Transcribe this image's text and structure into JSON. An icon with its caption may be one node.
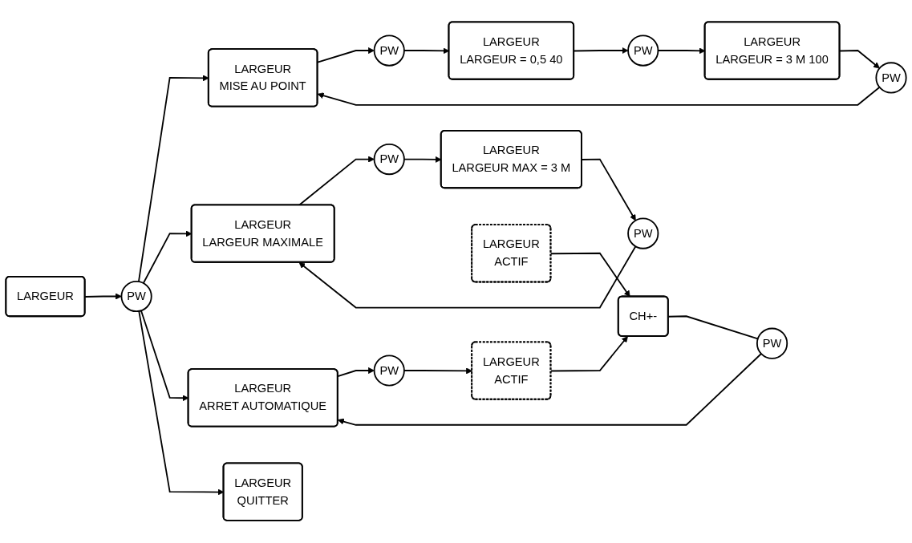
{
  "diagram": {
    "nodes": [
      {
        "text": [
          "LARGEUR"
        ]
      },
      {
        "text": [
          "PW"
        ]
      },
      {
        "text": [
          "LARGEUR",
          "MISE AU POINT"
        ]
      },
      {
        "text": [
          "PW"
        ]
      },
      {
        "text": [
          "LARGEUR",
          "LARGEUR = 0,5 40"
        ]
      },
      {
        "text": [
          "PW"
        ]
      },
      {
        "text": [
          "LARGEUR",
          "LARGEUR = 3 M 100"
        ]
      },
      {
        "text": [
          "PW"
        ]
      },
      {
        "text": [
          "LARGEUR",
          "LARGEUR MAXIMALE"
        ]
      },
      {
        "text": [
          "PW"
        ]
      },
      {
        "text": [
          "LARGEUR",
          "LARGEUR MAX = 3 M"
        ]
      },
      {
        "text": [
          "PW"
        ]
      },
      {
        "text": [
          "LARGEUR",
          "ARRET AUTOMATIQUE"
        ]
      },
      {
        "text": [
          "PW"
        ]
      },
      {
        "text": [
          "LARGEUR",
          "ACTIF"
        ]
      },
      {
        "text": [
          "LARGEUR",
          "ACTIF"
        ]
      },
      {
        "text": [
          "CH+-"
        ]
      },
      {
        "text": [
          "PW"
        ]
      },
      {
        "text": [
          "LARGEUR",
          "QUITTER"
        ]
      }
    ],
    "edges": [
      {
        "from": 0,
        "to": 1,
        "arrow": "to"
      },
      {
        "from": 1,
        "to": 2,
        "arrow": "to"
      },
      {
        "from": 1,
        "to": 8,
        "arrow": "to"
      },
      {
        "from": 1,
        "to": 12,
        "arrow": "to"
      },
      {
        "from": 1,
        "to": 18,
        "arrow": "to"
      },
      {
        "from": 2,
        "to": 3,
        "arrow": "to"
      },
      {
        "from": 3,
        "to": 4,
        "arrow": "to"
      },
      {
        "from": 4,
        "to": 5,
        "arrow": "to"
      },
      {
        "from": 5,
        "to": 6,
        "arrow": "to"
      },
      {
        "from": 6,
        "to": 7,
        "arrow": "to"
      },
      {
        "from": 7,
        "to": 2,
        "arrow": "to"
      },
      {
        "from": 8,
        "to": 9,
        "arrow": "to"
      },
      {
        "from": 9,
        "to": 10,
        "arrow": "to"
      },
      {
        "from": 10,
        "to": 11,
        "arrow": "to"
      },
      {
        "from": 11,
        "to": 8,
        "arrow": "to"
      },
      {
        "from": 12,
        "to": 13,
        "arrow": "to"
      },
      {
        "from": 13,
        "to": 14,
        "arrow": "to"
      },
      {
        "from": 14,
        "to": 16,
        "arrow": "to"
      },
      {
        "from": 15,
        "to": 16,
        "arrow": "to"
      },
      {
        "from": 16,
        "to": 17,
        "arrow": "none"
      },
      {
        "from": 17,
        "to": 12,
        "arrow": "to"
      }
    ]
  }
}
